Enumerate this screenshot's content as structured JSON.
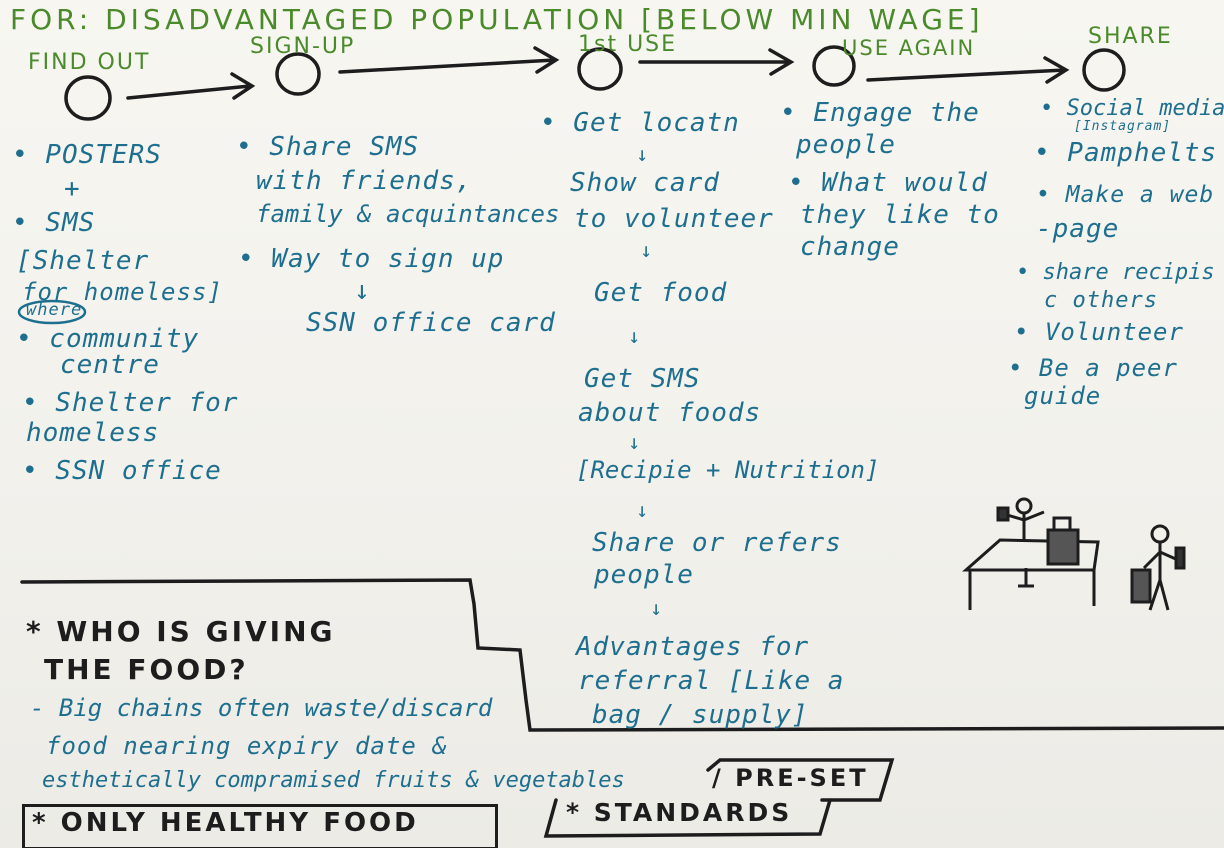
{
  "title": "FOR: DISADVANTAGED POPULATION [BELOW MIN WAGE]",
  "stages": [
    {
      "label": "FIND OUT"
    },
    {
      "label": "SIGN-UP"
    },
    {
      "label": "1st USE"
    },
    {
      "label": "USE AGAIN"
    },
    {
      "label": "SHARE"
    }
  ],
  "find_out": {
    "items": [
      "• POSTERS",
      "+",
      "• SMS",
      "[Shelter",
      "for homeless]",
      "where",
      "• community",
      "centre",
      "• Shelter for",
      "homeless",
      "• SSN office"
    ]
  },
  "sign_up": {
    "items": [
      "• Share SMS",
      "with friends,",
      "family & acquintances",
      "• Way to sign up",
      "↓",
      "SSN office card"
    ]
  },
  "first_use": {
    "items": [
      "• Get locatn",
      "↓",
      "Show card",
      "to volunteer",
      "↓",
      "Get food",
      "↓",
      "Get SMS",
      "about foods",
      "↓",
      "[Recipie + Nutrition]",
      "↓",
      "Share or refers",
      "people",
      "↓",
      "Advantages for",
      "referral [Like a",
      "bag / supply]"
    ]
  },
  "use_again": {
    "items": [
      "• Engage the",
      "people",
      "• What would",
      "they like to",
      "change"
    ]
  },
  "share": {
    "items": [
      "• Social media",
      "[Instagram]",
      "• Pamphelts",
      "• Make a web",
      "-page",
      "• share recipis",
      "c others",
      "• Volunteer",
      "• Be a peer",
      "guide"
    ]
  },
  "giving": {
    "heading_1": "* WHO IS GIVING",
    "heading_2": "THE FOOD?",
    "lines": [
      "- Big chains often waste/discard",
      "food nearing expiry date &",
      "esthetically compramised fruits & vegetables"
    ]
  },
  "footer": {
    "healthy": "* ONLY HEALTHY FOOD",
    "preset": "/ PRE-SET",
    "standards": "* STANDARDS"
  }
}
